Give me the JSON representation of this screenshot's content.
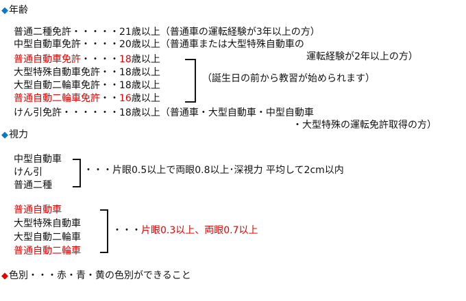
{
  "colors": {
    "red": "#e60000",
    "marker_blue": "#0a78c8",
    "marker_red": "#e60000",
    "text": "#111111"
  },
  "age": {
    "title": "年齢",
    "r1": {
      "label": "普通二種免許・・・・・21歳以上",
      "note": "（普通車の運転経験が3年以上の方）"
    },
    "r2": {
      "label": "中型自動車免許・・・・20歳以上",
      "note1": "（普通車または大型特殊自動車の",
      "note2": "運転経験が2年以上の方）"
    },
    "r3": {
      "label_red": "普通自動車免許",
      "dots": "・・・・",
      "age_red": "18",
      "suffix": "歳以上"
    },
    "r4": {
      "label": "大型特殊自動車免許・・18歳以上"
    },
    "r5": {
      "label": "大型自動二輪車免許・・18歳以上"
    },
    "r6": {
      "label_red": "普通自動二輪車免許",
      "dots": "・・",
      "age_red": "16",
      "suffix": "歳以上"
    },
    "group_note": "（誕生日の前から教習が始められます）",
    "r7": {
      "label": "けん引免許・・・・・・18歳以上",
      "note1": "（普通車・大型自動車・中型自動車",
      "note2": "・大型特殊の運転免許取得の方）"
    }
  },
  "vision": {
    "title": "視力",
    "g1": {
      "items": [
        "中型自動車",
        "けん引",
        "普通二種"
      ],
      "text": "・・・片眼0.5以上で両眼0.8以上･深視力 平均して2cm以内"
    },
    "g2": {
      "items": [
        "普通自動車",
        "大型特殊自動車",
        "大型自動二輪車",
        "普通自動二輪車"
      ],
      "dots": "・・・",
      "text": "片眼0.3以上、両眼0.7以上"
    }
  },
  "color_sense": {
    "text": "色別・・・赤・青・黄の色別ができること"
  }
}
